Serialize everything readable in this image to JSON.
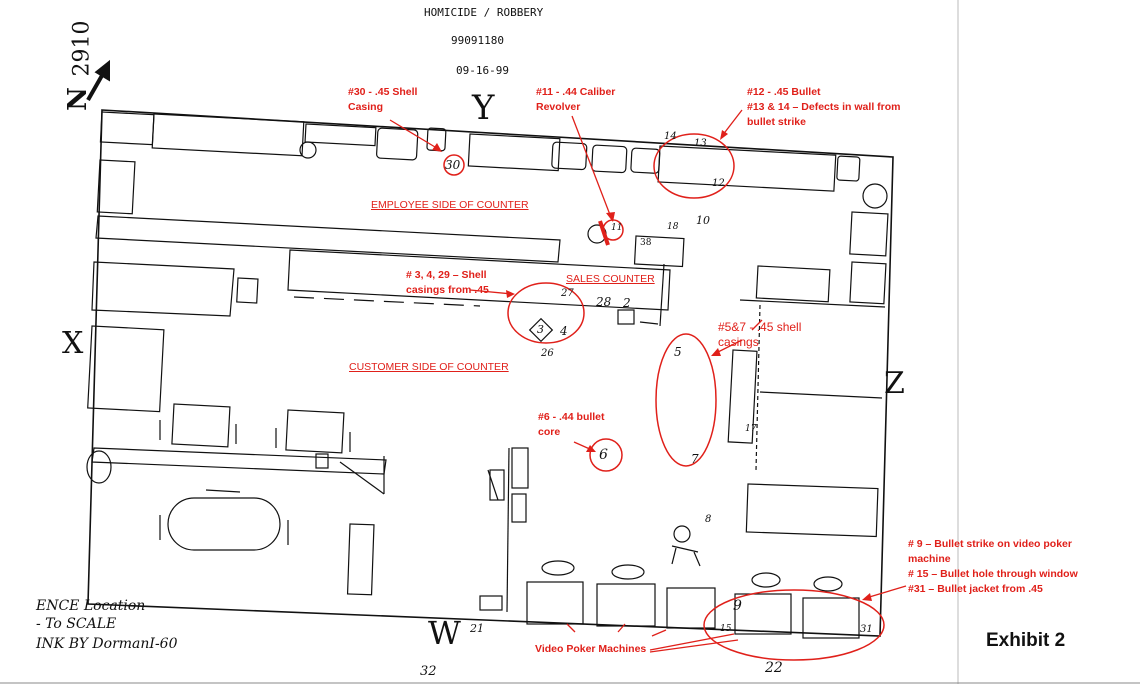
{
  "header": {
    "case_type": "HOMICIDE / ROBBERY",
    "case_number": "99091180",
    "date": "09-16-99"
  },
  "north": {
    "label": "N",
    "heading": "2910"
  },
  "walls": {
    "x": "X",
    "y": "Y",
    "z": "Z",
    "w": "W",
    "w_sub": "21"
  },
  "room_labels": {
    "employee_side": "EMPLOYEE SIDE OF COUNTER",
    "customer_side": "CUSTOMER SIDE OF COUNTER",
    "sales_counter": "SALES COUNTER"
  },
  "annotations": {
    "shell_30": "#30 - .45 Shell Casing",
    "revolver_11": "#11 - .44 Caliber Revolver",
    "bullet_12": "#12 - .45 Bullet",
    "defects_13_14": "#13 & 14 – Defects in wall from bullet strike",
    "casings_3_4_29": "# 3, 4, 29 – Shell casings from .45",
    "casings_5_7": "#5&7 - .45 shell casings",
    "core_6": "#6 - .44 bullet core",
    "strike_9": "# 9 – Bullet strike on video poker machine",
    "hole_15": "# 15 – Bullet hole through window",
    "jacket_31": "#31 – Bullet jacket from .45",
    "video_poker": "Video Poker Machines"
  },
  "evidence_numbers": {
    "n30": "30",
    "n11": "11",
    "n12": "12",
    "n13": "13",
    "n14": "14",
    "n10": "10",
    "n18": "18",
    "n38": "38",
    "n27": "27",
    "n28": "28",
    "n2": "2",
    "n3": "3",
    "n4": "4",
    "n26": "26",
    "n5": "5",
    "n7": "7",
    "n6": "6",
    "n8": "8",
    "n9": "9",
    "n31": "31",
    "n15": "15",
    "n22": "22",
    "n32": "32",
    "n17": "17"
  },
  "legend_note": {
    "line1": "ENCE Location",
    "line2": "- To SCALE",
    "line3": "INK BY DormanI-60"
  },
  "exhibit": "Exhibit 2"
}
